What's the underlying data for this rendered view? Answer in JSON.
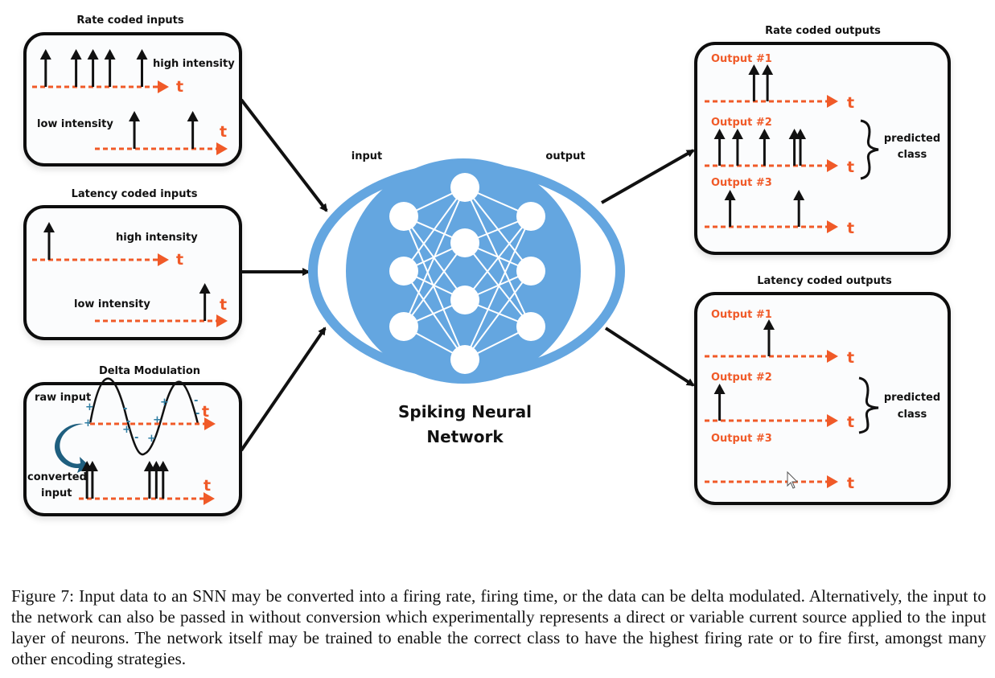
{
  "colors": {
    "accent_orange": "#f05a28",
    "network_blue": "#64a6e0",
    "delta_arrow_blue": "#1f5f7f",
    "sign_blue": "#2f7ea3",
    "box_border": "#111111"
  },
  "time_axis_label": "t",
  "inputs": {
    "rate": {
      "title": "Rate coded inputs",
      "rows": [
        {
          "label": "high intensity",
          "spike_times": [
            0.08,
            0.26,
            0.36,
            0.46,
            0.65
          ]
        },
        {
          "label": "low intensity",
          "spike_times": [
            0.22,
            0.81
          ]
        }
      ]
    },
    "latency": {
      "title": "Latency coded inputs",
      "rows": [
        {
          "label": "high intensity",
          "spike_times": [
            0.07
          ]
        },
        {
          "label": "low intensity",
          "spike_times": [
            0.81
          ]
        }
      ]
    },
    "delta": {
      "title": "Delta Modulation",
      "raw_label": "raw input",
      "converted_label_line1": "converted",
      "converted_label_line2": "input",
      "plus_sign": "+",
      "minus_sign": "-",
      "converted_spike_groups": [
        [
          0.06,
          0.1
        ],
        [
          0.52,
          0.57,
          0.62
        ]
      ]
    }
  },
  "network": {
    "input_label": "input",
    "output_label": "output",
    "title_line1": "Spiking Neural",
    "title_line2": "Network",
    "layers": [
      3,
      4,
      3
    ]
  },
  "outputs": {
    "rate": {
      "title": "Rate coded outputs",
      "rows": [
        {
          "label": "Output #1",
          "spike_times": [
            0.33,
            0.42
          ]
        },
        {
          "label": "Output #2",
          "spike_times": [
            0.1,
            0.22,
            0.4,
            0.6,
            0.64
          ]
        },
        {
          "label": "Output #3",
          "spike_times": [
            0.17,
            0.63
          ]
        }
      ],
      "predicted_label_line1": "predicted",
      "predicted_label_line2": "class"
    },
    "latency": {
      "title": "Latency coded outputs",
      "rows": [
        {
          "label": "Output #1",
          "spike_times": [
            0.43
          ]
        },
        {
          "label": "Output #2",
          "spike_times": [
            0.1
          ]
        },
        {
          "label": "Output #3",
          "spike_times": []
        }
      ],
      "predicted_label_line1": "predicted",
      "predicted_label_line2": "class"
    }
  },
  "caption": "Figure 7: Input data to an SNN may be converted into a firing rate, firing time, or the data can be delta modulated. Alternatively, the input to the network can also be passed in without conversion which experimentally represents a direct or variable current source applied to the input layer of neurons. The network itself may be trained to enable the correct class to have the highest firing rate or to fire first, amongst many other encoding strategies."
}
